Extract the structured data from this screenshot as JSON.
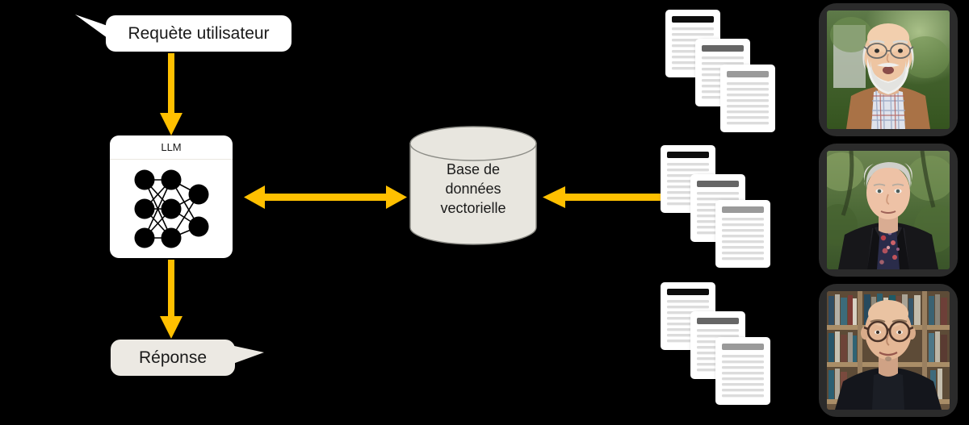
{
  "diagram": {
    "title": "RAG (Retrieval Augmented Generation) pipeline",
    "language": "fr",
    "background_color": "#000000",
    "accent_color": "#FFC000"
  },
  "nodes": {
    "query_bubble": {
      "label": "Requète utilisateur",
      "shape": "speech-bubble",
      "fill": "#FFFFFF",
      "text_color": "#1A1A1A"
    },
    "llm_box": {
      "title": "LLM",
      "shape": "rounded-rect-with-header",
      "fill": "#FFFFFF",
      "icon": "neural-network",
      "layers": [
        3,
        3,
        2
      ],
      "node_color": "#000000"
    },
    "response_bubble": {
      "label": "Réponse",
      "shape": "speech-bubble",
      "fill": "#ECE9E3",
      "text_color": "#1A1A1A"
    },
    "database": {
      "label_lines": [
        "Base de",
        "données",
        "vectorielle"
      ],
      "shape": "cylinder",
      "fill": "#E8E6DF",
      "stroke": "#8C8C86",
      "text_color": "#1A1A1A"
    }
  },
  "arrows": [
    {
      "name": "query-to-llm",
      "direction": "down",
      "from": "query_bubble",
      "to": "llm_box",
      "color": "#FFC000"
    },
    {
      "name": "llm-to-response",
      "direction": "down",
      "from": "llm_box",
      "to": "response_bubble",
      "color": "#FFC000"
    },
    {
      "name": "llm-database",
      "direction": "bidirectional",
      "from": "llm_box",
      "to": "database",
      "color": "#FFC000"
    },
    {
      "name": "documents-to-database",
      "direction": "left",
      "from": "document_stacks",
      "to": "database",
      "color": "#FFC000"
    }
  ],
  "document_stacks": [
    {
      "name": "document-stack-1",
      "count": 3,
      "page_fill": "#FFFFFF",
      "title_bars": [
        "#0A0A0A",
        "#666666",
        "#9A9A9A"
      ],
      "line_color": "#DCDCDC",
      "line_count": 10
    },
    {
      "name": "document-stack-2",
      "count": 3,
      "page_fill": "#FFFFFF",
      "title_bars": [
        "#0A0A0A",
        "#666666",
        "#9A9A9A"
      ],
      "line_color": "#DCDCDC",
      "line_count": 10
    },
    {
      "name": "document-stack-3",
      "count": 3,
      "page_fill": "#FFFFFF",
      "title_bars": [
        "#0A0A0A",
        "#666666",
        "#9A9A9A"
      ],
      "line_color": "#DCDCDC",
      "line_count": 10
    }
  ],
  "photos": [
    {
      "name": "photo-card-1",
      "description": "Elderly man with full white beard, eyeglasses, tan vest over blue and red plaid shirt, blurred green park background",
      "frame_color": "#2B2B2B"
    },
    {
      "name": "photo-card-2",
      "description": "Man with light grey hair, black leather jacket over dark floral patterned shirt, green foliage background",
      "frame_color": "#2B2B2B"
    },
    {
      "name": "photo-card-3",
      "description": "Bald man with round dark eyeglasses, black sweater, bookshelf background",
      "frame_color": "#2B2B2B"
    }
  ]
}
